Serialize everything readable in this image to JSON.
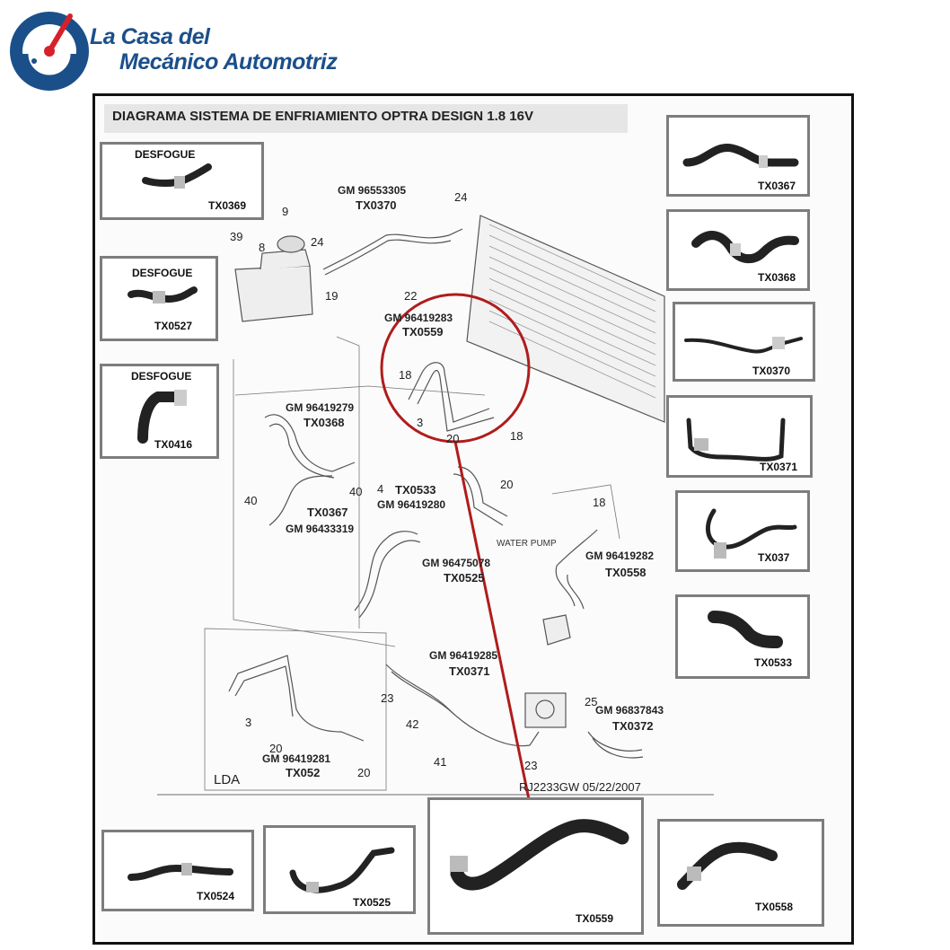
{
  "logo": {
    "line1": "La Casa del",
    "line2": "Mecánico Automotriz",
    "brand_color": "#1b4f8a",
    "accent_color": "#d6202a"
  },
  "diagram": {
    "title": "DIAGRAMA SISTEMA DE ENFRIAMIENTO OPTRA DESIGN 1.8 16V",
    "footer_code": "RJ2233GW 05/22/2007",
    "lda_label": "LDA",
    "water_pump_label": "WATER PUMP",
    "highlight_color": "#b01c1c"
  },
  "thumbnails": {
    "tx0369": {
      "tag": "DESFOGUE",
      "code": "TX0369"
    },
    "tx0527": {
      "tag": "DESFOGUE",
      "code": "TX0527"
    },
    "tx0416": {
      "tag": "DESFOGUE",
      "code": "TX0416"
    },
    "tx0367": {
      "code": "TX0367"
    },
    "tx0368": {
      "code": "TX0368"
    },
    "tx0370": {
      "code": "TX0370"
    },
    "tx0371": {
      "code": "TX0371"
    },
    "tx037": {
      "code": "TX037"
    },
    "tx0533": {
      "code": "TX0533"
    },
    "tx0524": {
      "code": "TX0524"
    },
    "tx0525": {
      "code": "TX0525"
    },
    "tx0559": {
      "code": "TX0559"
    },
    "tx0558": {
      "code": "TX0558"
    }
  },
  "part_labels": {
    "gm96553305": {
      "gm": "GM 96553305",
      "tx": "TX0370"
    },
    "gm96419283": {
      "gm": "GM 96419283",
      "tx": "TX0559"
    },
    "gm96419279": {
      "gm": "GM 96419279",
      "tx": "TX0368"
    },
    "tx0367_label": {
      "tx": "TX0367",
      "gm": "GM 96433319"
    },
    "tx0533_label": {
      "tx": "TX0533",
      "gm": "GM 96419280"
    },
    "gm96475078": {
      "gm": "GM 96475078",
      "tx": "TX0525"
    },
    "gm96419282": {
      "gm": "GM 96419282",
      "tx": "TX0558"
    },
    "gm96419285": {
      "gm": "GM 96419285",
      "tx": "TX0371"
    },
    "gm96837843": {
      "gm": "GM 96837843",
      "tx": "TX0372"
    },
    "gm96419281": {
      "gm": "GM 96419281",
      "tx": "TX052"
    }
  },
  "callout_numbers": {
    "n24a": "24",
    "n9": "9",
    "n39": "39",
    "n8": "8",
    "n24b": "24",
    "n22": "22",
    "n19": "19",
    "n18a": "18",
    "n3a": "3",
    "n20a": "20",
    "n18b": "18",
    "n40a": "40",
    "n4": "4",
    "n20b": "20",
    "n18c": "18",
    "n40b": "40",
    "n23a": "23",
    "n42": "42",
    "n41": "41",
    "n23b": "23",
    "n25": "25",
    "n3b": "3",
    "n20c": "20",
    "n20d": "20"
  }
}
